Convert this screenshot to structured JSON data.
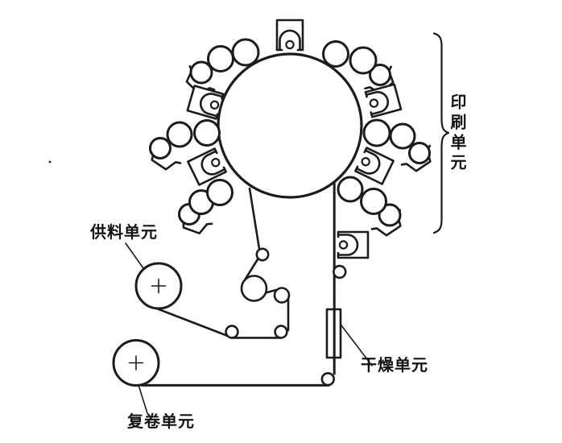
{
  "page": {
    "background_color": "#ffffff",
    "line_color": "#1c1c1c"
  },
  "diagram": {
    "type": "schematic",
    "subject": "central-impression flexographic web printing press",
    "labels": {
      "printing_unit": "印刷单元",
      "supply_unit": "供料单元",
      "drying_unit": "干燥单元",
      "rewinding_unit": "复卷单元"
    },
    "icons": {
      "central_impression_cylinder": "large circle",
      "plate_cylinder": "circle",
      "anilox_roller": "circle",
      "fountain_roller": "small circle",
      "ink_pan": "open trapezoid cup",
      "interstation_dryer": "open square with arch and dot",
      "supply_roll": "circle with plus cross",
      "rewind_roll": "circle with plus cross",
      "drying_unit_box": "tall narrow rectangle",
      "web_path": "polyline with idler rollers",
      "printing_unit_brace": "curly brace"
    },
    "counts": {
      "print_decks": 6,
      "interstation_dryers": 6,
      "web_idler_rollers": 7
    }
  }
}
